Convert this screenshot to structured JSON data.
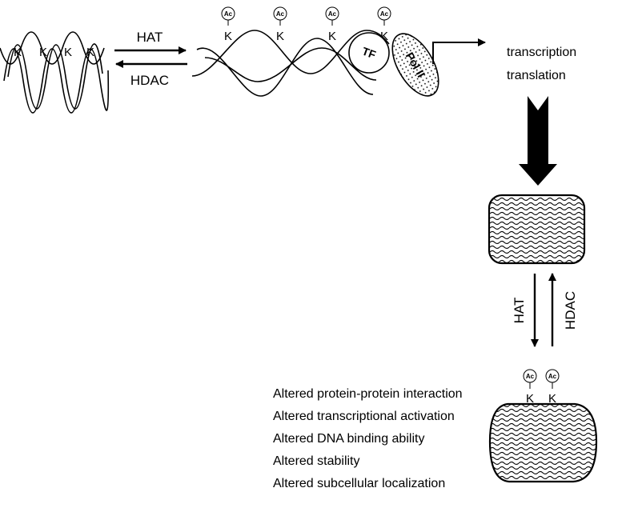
{
  "left_chromatin": {
    "lysine_labels": [
      "K",
      "K",
      "K",
      "K"
    ]
  },
  "horizontal_arrows": {
    "forward_label": "HAT",
    "reverse_label": "HDAC"
  },
  "right_chromatin": {
    "lysines": [
      {
        "label": "K",
        "mod": "Ac"
      },
      {
        "label": "K",
        "mod": "Ac"
      },
      {
        "label": "K",
        "mod": "Ac"
      },
      {
        "label": "K",
        "mod": "Ac"
      }
    ],
    "tf_label": "TF",
    "pol_label": "Pol II"
  },
  "process_labels": [
    "transcription",
    "translation"
  ],
  "vertical_arrows": {
    "down_label": "HAT",
    "up_label": "HDAC"
  },
  "acetylated_protein": {
    "lysines": [
      {
        "label": "K",
        "mod": "Ac"
      },
      {
        "label": "K",
        "mod": "Ac"
      }
    ]
  },
  "effects": [
    "Altered protein-protein interaction",
    "Altered transcriptional activation",
    "Altered DNA binding ability",
    "Altered stability",
    "Altered subcellular localization"
  ]
}
